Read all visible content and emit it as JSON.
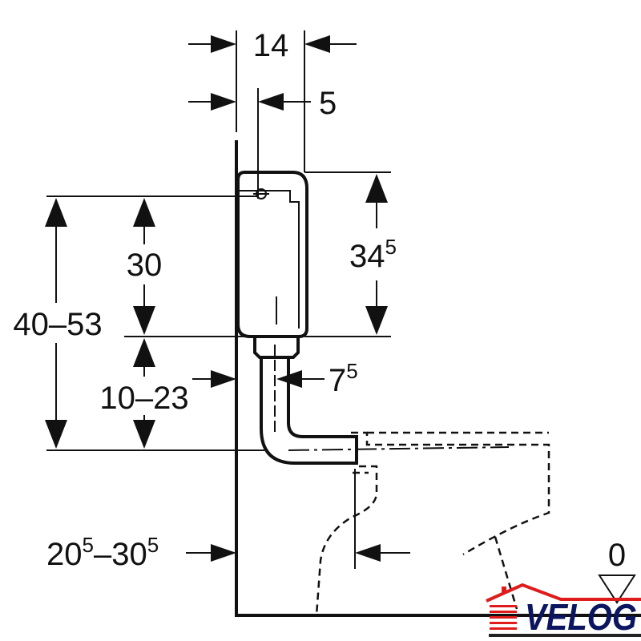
{
  "dimensions": {
    "top_width": "14",
    "pipe_offset": "5",
    "cistern_height": {
      "main": "34",
      "sup": "5"
    },
    "upper_height": "30",
    "total_height": "40–53",
    "lower_height": "10–23",
    "pipe_diameter": {
      "main": "7",
      "sup": "5"
    },
    "wall_distance": {
      "a": "20",
      "a_sup": "5",
      "dash": "–",
      "b": "30",
      "b_sup": "5"
    },
    "floor_level": "0"
  },
  "logo": {
    "text": "VELOG",
    "colors": {
      "roof": "#e01b1b",
      "text": "#0b1560"
    }
  }
}
